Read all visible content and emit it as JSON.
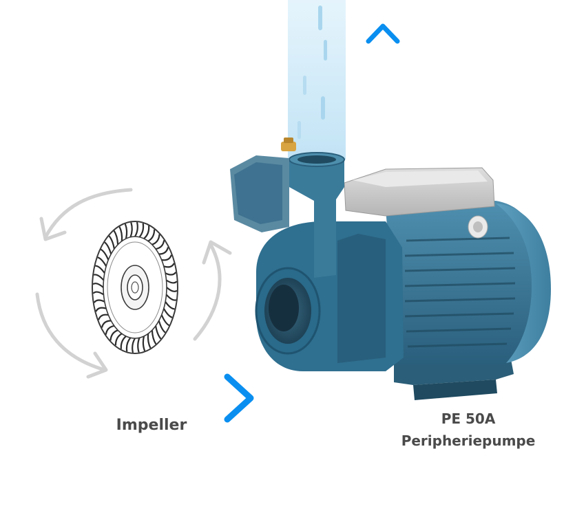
{
  "labels": {
    "impeller": "Impeller",
    "pump_model": "PE 50A",
    "pump_type": "Peripheriepumpe"
  },
  "icons": {
    "rotation": "rotation-arrows-icon",
    "impeller": "impeller-wheel-icon",
    "inlet": "inlet-arrow-icon",
    "outlet": "outlet-arrow-icon"
  },
  "colors": {
    "arrow_blue": "#0a6fd8",
    "arrow_blue_dark": "#0a3fae",
    "pump_body": "#2f6f8f",
    "motor_cover": "#cfcfcf",
    "water_stream": "#cfe9f7",
    "rotation_arrows": "#d2d2d2",
    "label_text": "#4a4a4a"
  }
}
